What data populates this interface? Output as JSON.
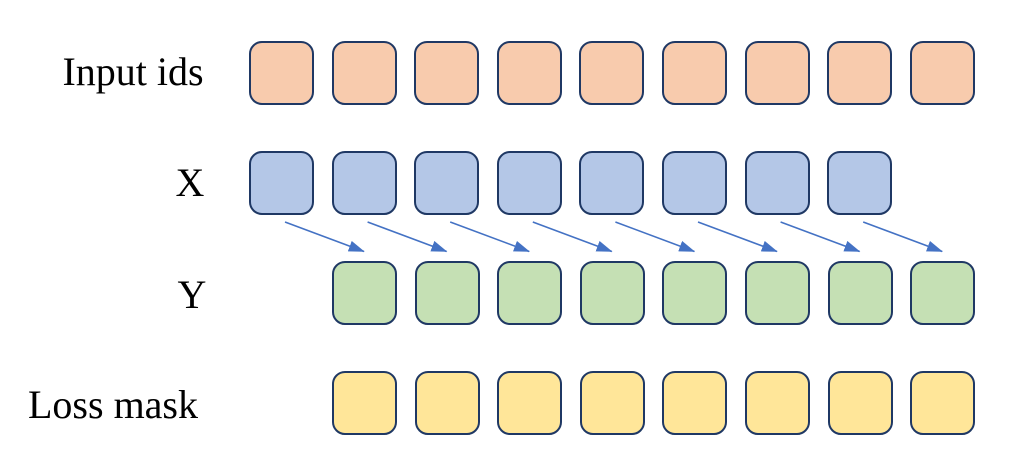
{
  "diagram": {
    "background": "#ffffff",
    "box_border_color": "#1F3864",
    "arrow_color": "#4472C4",
    "rows": [
      {
        "id": "input-ids",
        "label": "Input ids",
        "box_count": 9,
        "box_fill": "#F8CBAD"
      },
      {
        "id": "x",
        "label": "X",
        "box_count": 8,
        "box_fill": "#B4C7E7"
      },
      {
        "id": "y",
        "label": "Y",
        "box_count": 8,
        "box_fill": "#C5E0B4"
      },
      {
        "id": "loss-mask",
        "label": "Loss mask",
        "box_count": 8,
        "box_fill": "#FFE699"
      }
    ],
    "arrows": {
      "count": 8,
      "from_row": "X",
      "to_row": "Y",
      "direction": "shift-right-by-one"
    }
  }
}
